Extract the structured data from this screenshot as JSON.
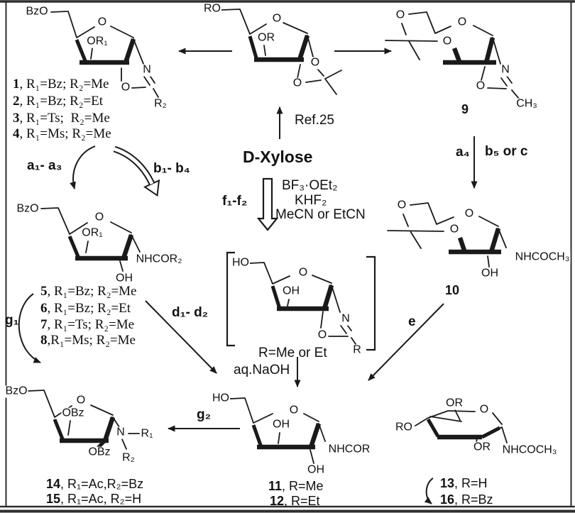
{
  "figure": {
    "title": "D-Xylose oxazoline reaction scheme"
  },
  "center": {
    "dxylose": "D-Xylose",
    "ref": "Ref.25",
    "bf3": "BF₃·OEt₂",
    "khf2": "KHF₂",
    "solvent": "MeCN or EtCN",
    "naoh": "aq.NaOH",
    "rnote": "R=Me or Et"
  },
  "steps": {
    "a13": "a₁- a₃",
    "b14": "b₁- b₄",
    "f12": "f₁-f₂",
    "a4": "a₄",
    "b5c": "b₅ or c",
    "d12": "d₁- d₂",
    "e": "e",
    "g1": "g₁",
    "g2": "g₂"
  },
  "s1_4": {
    "bzo": "BzO",
    "ring_o": "O",
    "or1": "OR₁",
    "n": "N",
    "o": "O",
    "r2": "R₂",
    "items": [
      [
        "1",
        ", R₁=Bz; R₂=Me"
      ],
      [
        "2",
        ", R₁=Bz; R₂=Et"
      ],
      [
        "3",
        ", R₁=Ts;  R₂=Me"
      ],
      [
        "4",
        ", R₁=Ms; R₂=Me"
      ]
    ]
  },
  "smid": {
    "ro": "RO",
    "ring_o": "O",
    "or": "OR",
    "o1": "O",
    "o2": "O"
  },
  "s9": {
    "o1": "O",
    "ring_o": "O",
    "o3": "O",
    "n": "N",
    "o": "O",
    "ch3": "CH₃",
    "num": "9"
  },
  "s5_8": {
    "bzo": "BzO",
    "ring_o": "O",
    "or1": "OR₁",
    "nhcor2": "NHCOR₂",
    "oh": "OH",
    "items": [
      [
        "5",
        ", R₁=Bz; R₂=Me"
      ],
      [
        "6",
        ", R₁=Bz; R₂=Et"
      ],
      [
        "7",
        ", R₁=Ts; R₂=Me"
      ],
      [
        "8",
        ",R₁=Ms; R₂=Me"
      ]
    ]
  },
  "sint": {
    "ho": "HO",
    "ring_o": "O",
    "oh": "OH",
    "n": "N",
    "o": "O",
    "r": "R"
  },
  "s10": {
    "o1": "O",
    "ring_o": "O",
    "o3": "O",
    "nhcoch3": "NHCOCH₃",
    "oh": "OH",
    "num": "10"
  },
  "s11_12": {
    "ho": "HO",
    "ring_o": "O",
    "oh3": "OH",
    "nhcor": "NHCOR",
    "oh2": "OH",
    "items": [
      [
        "11",
        ", R=Me"
      ],
      [
        "12",
        ", R=Et"
      ]
    ]
  },
  "s13_16": {
    "ro": "RO",
    "or_top": "OR",
    "ring_o": "O",
    "or_bot": "OR",
    "nhcoch3": "NHCOCH₃",
    "items": [
      [
        "13",
        ", R=H"
      ],
      [
        "16",
        ", R=Bz"
      ]
    ]
  },
  "s14_15": {
    "bzo": "BzO",
    "ring_o": "O",
    "obz3": "OBz",
    "obz2": "OBz",
    "n": "N",
    "r1": "R₁",
    "r2": "R₂",
    "items": [
      [
        "14",
        ", R₁=Ac,R₂=Bz"
      ],
      [
        "15",
        ", R₁=Ac, R₂=H"
      ]
    ]
  }
}
